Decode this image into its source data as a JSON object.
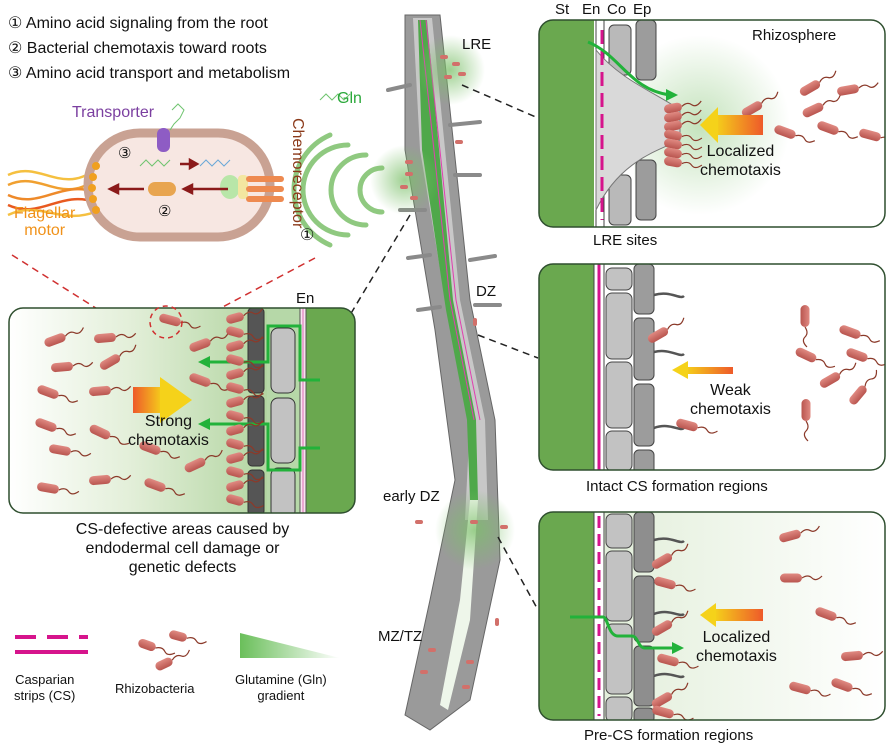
{
  "legend_top": {
    "items": [
      "① Amino acid signaling from the root",
      "② Bacterial chemotaxis toward roots",
      "③ Amino acid transport and metabolism"
    ]
  },
  "bacterium_diagram": {
    "transporter_label": "Transporter",
    "flagellar_motor_label_line1": "Flagellar",
    "flagellar_motor_label_line2": "motor",
    "chemoreceptor_label": "Chemoreceptor",
    "gln_label": "Gln",
    "marker_1": "①",
    "marker_2": "②",
    "marker_3": "③",
    "colors": {
      "transporter": "#7b3fa0",
      "flagellar": "#f0921a",
      "chemoreceptor": "#8b3a1a",
      "gln": "#2aa83a"
    }
  },
  "root": {
    "zones": [
      "LRE",
      "DZ",
      "early DZ",
      "MZ/TZ"
    ]
  },
  "panel_cs_defective": {
    "layer_label": "En",
    "arrow_label_line1": "Strong",
    "arrow_label_line2": "chemotaxis",
    "caption_line1": "CS-defective areas caused by",
    "caption_line2": "endodermal cell damage or",
    "caption_line3": "genetic defects"
  },
  "panel_lre": {
    "layer_labels": [
      "St",
      "En",
      "Co",
      "Ep"
    ],
    "region_label": "Rhizosphere",
    "arrow_label_line1": "Localized",
    "arrow_label_line2": "chemotaxis",
    "caption": "LRE sites"
  },
  "panel_intact": {
    "arrow_label_line1": "Weak",
    "arrow_label_line2": "chemotaxis",
    "caption": "Intact CS formation regions"
  },
  "panel_pre_cs": {
    "arrow_label_line1": "Localized",
    "arrow_label_line2": "chemotaxis",
    "caption": "Pre-CS formation regions"
  },
  "legend_bottom": {
    "casparian_line1": "Casparian",
    "casparian_line2": "strips (CS)",
    "bacteria": "Rhizobacteria",
    "gradient_line1": "Glutamine (Gln)",
    "gradient_line2": "gradient"
  },
  "colors": {
    "stele_green": "#6aa84f",
    "casparian_magenta": "#d6148c",
    "bacteria": "#d2706a",
    "flow_green": "#22b23a",
    "panel_border": "#3a5a3a"
  }
}
